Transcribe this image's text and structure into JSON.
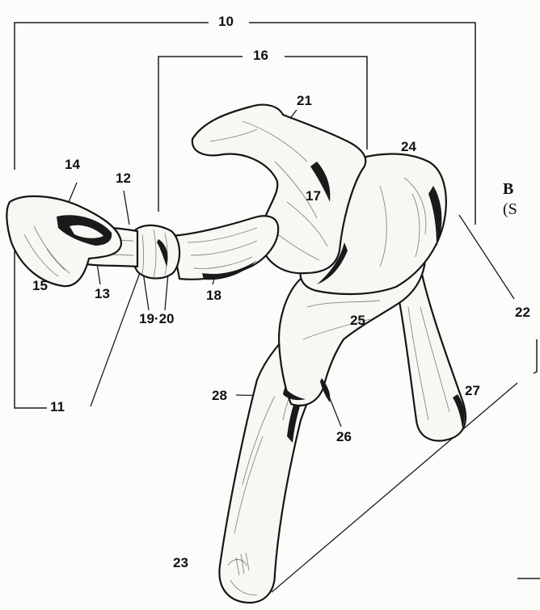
{
  "labels": {
    "l10": "10",
    "l11": "11",
    "l12": "12",
    "l13": "13",
    "l14": "14",
    "l15": "15",
    "l16": "16",
    "l17": "17",
    "l18": "18",
    "l19_20": "19·20",
    "l21": "21",
    "l22": "22",
    "l23": "23",
    "l24": "24",
    "l25": "25",
    "l26": "26",
    "l27": "27",
    "l28": "28"
  },
  "side_panel": {
    "heading": "B",
    "subtext": "(S"
  }
}
